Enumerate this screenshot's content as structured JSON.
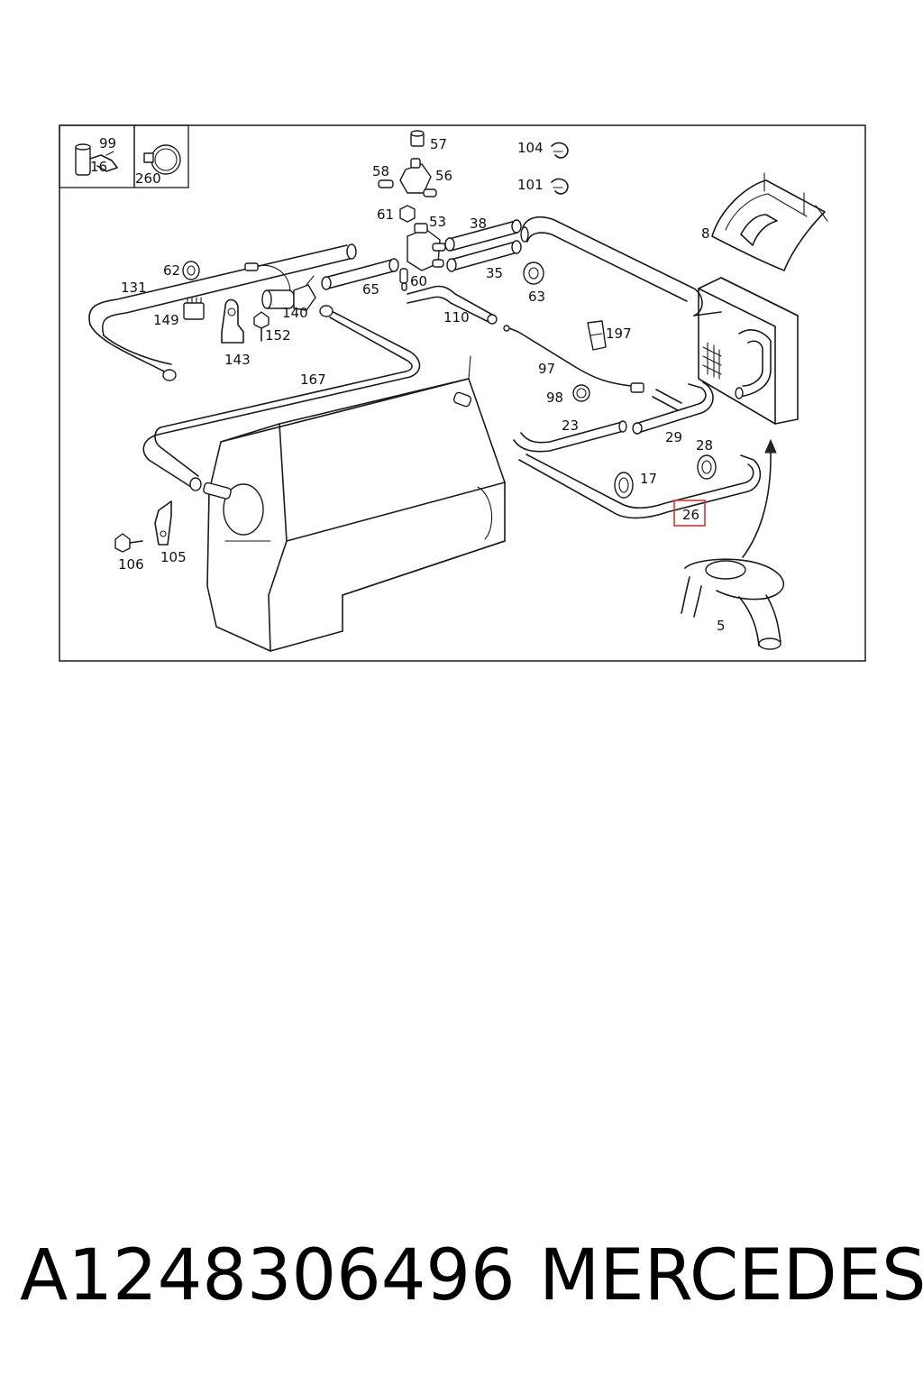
{
  "callouts": {
    "c99": "99",
    "c16": "16",
    "c260": "260",
    "c57": "57",
    "c58": "58",
    "c56": "56",
    "c61": "61",
    "c53": "53",
    "c104": "104",
    "c101": "101",
    "c8": "8",
    "c38": "38",
    "c35": "35",
    "c63": "63",
    "c60": "60",
    "c62": "62",
    "c131": "131",
    "c149": "149",
    "c140": "140",
    "c65": "65",
    "c110": "110",
    "c197": "197",
    "c152": "152",
    "c143": "143",
    "c167": "167",
    "c97": "97",
    "c98": "98",
    "c23": "23",
    "c29": "29",
    "c28": "28",
    "c17": "17",
    "c26": "26",
    "c106": "106",
    "c105": "105",
    "c5": "5"
  },
  "highlight": {
    "part_label": "26",
    "color": "#e03030"
  },
  "footer": {
    "part_number": "A1248306496",
    "brand": "MERCEDES"
  }
}
